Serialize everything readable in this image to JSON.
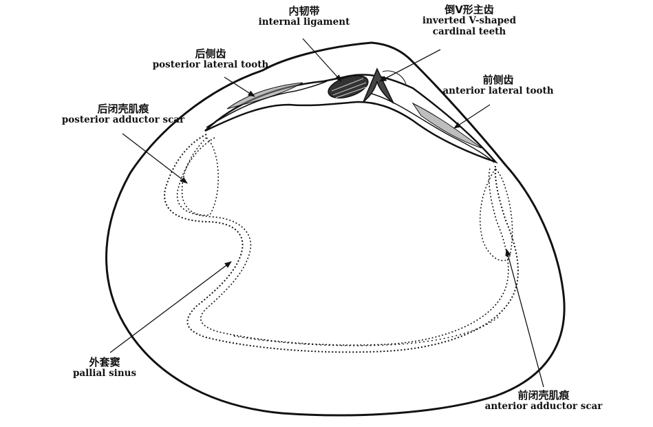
{
  "labels": {
    "internal_ligament": {
      "zh": "内韧带",
      "en": "internal ligament"
    },
    "cardinal_teeth": {
      "zh": "倒V形主齿",
      "en": "inverted V-shaped",
      "en2": "cardinal teeth"
    },
    "posterior_lateral_tooth": {
      "zh": "后侧齿",
      "en": "posterior lateral tooth"
    },
    "anterior_lateral_tooth": {
      "zh": "前侧齿",
      "en": "anterior lateral tooth"
    },
    "posterior_adductor_scar": {
      "zh": "后闭壳肌痕",
      "en": "posterior adductor scar"
    },
    "pallial_sinus": {
      "zh": "外套窦",
      "en": "pallial sinus"
    },
    "anterior_adductor_scar": {
      "zh": "前闭壳肌痕",
      "en": "anterior adductor scar"
    }
  },
  "colors": {
    "line": "#111111",
    "background": "#ffffff"
  }
}
